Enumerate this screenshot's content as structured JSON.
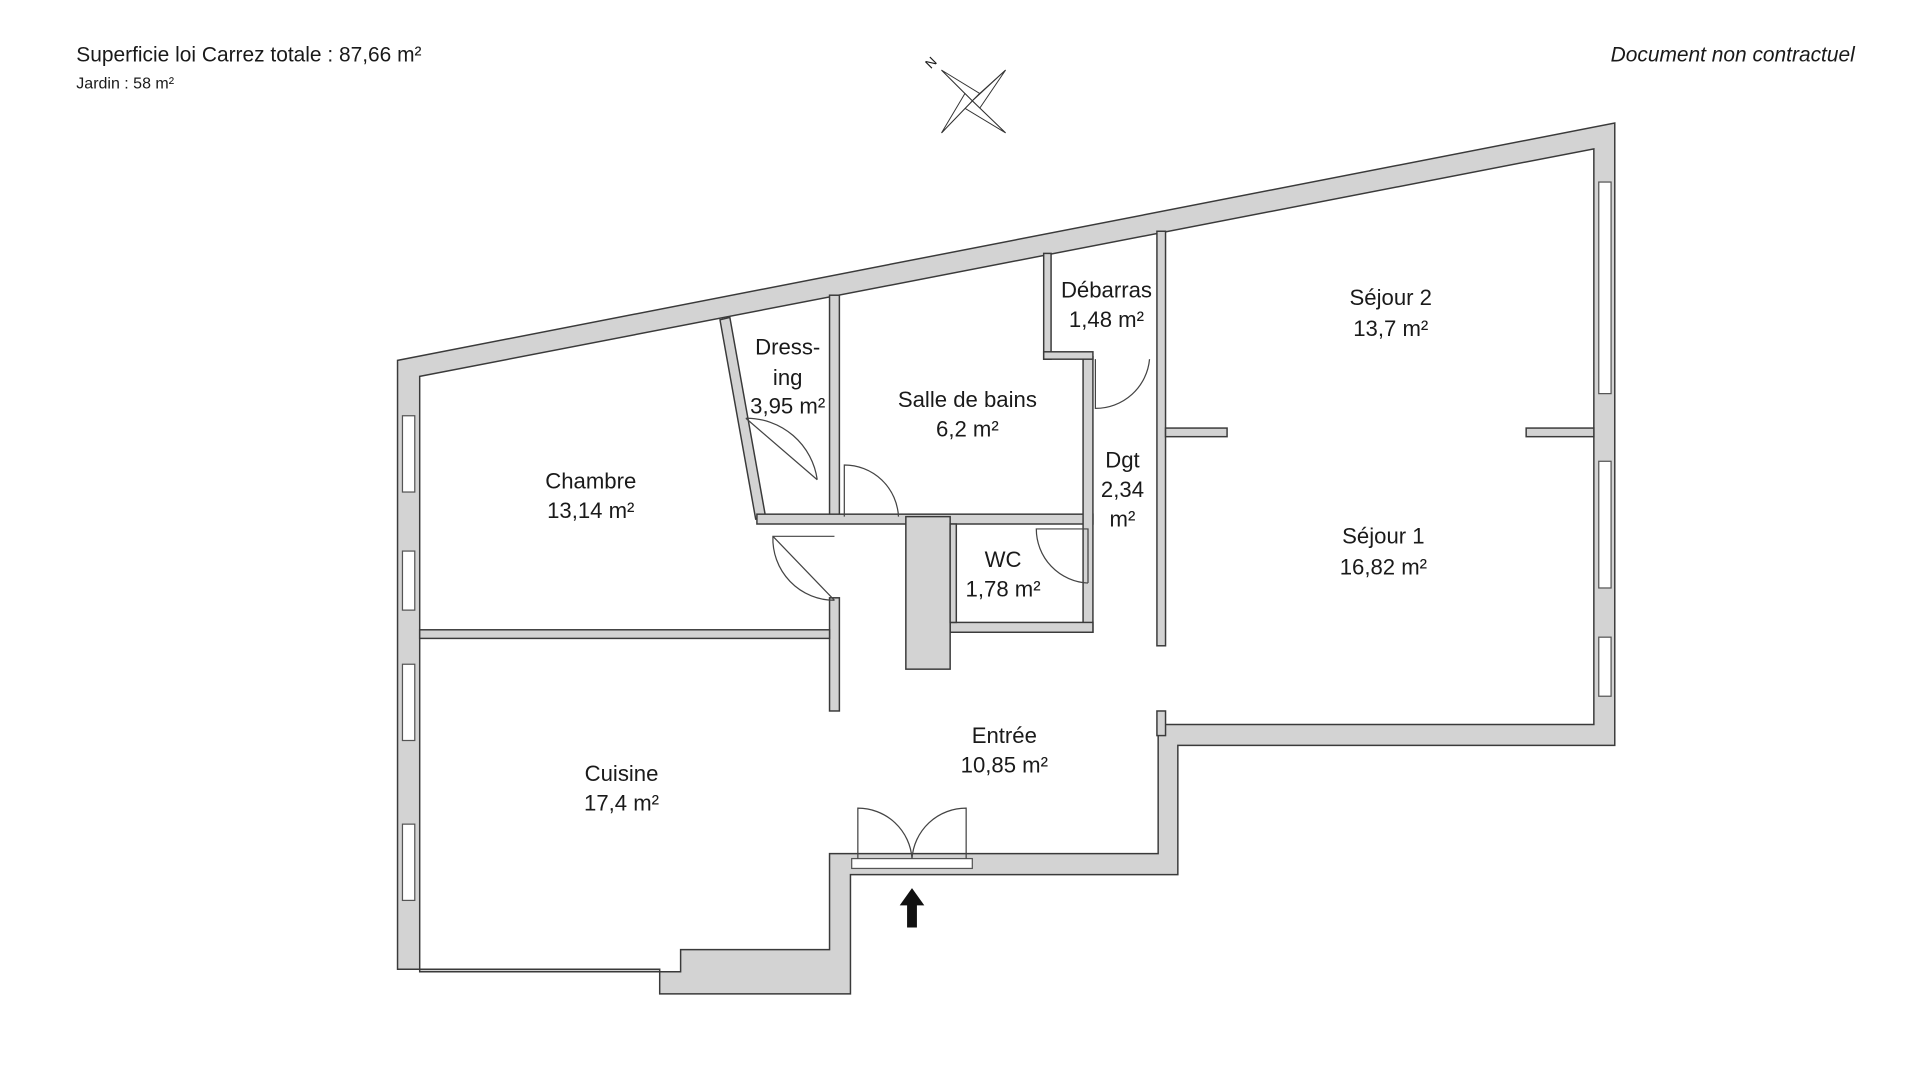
{
  "header": {
    "total_area": "Superficie loi Carrez totale :  87,66 m²",
    "garden": "Jardin :  58 m²",
    "disclaimer": "Document non contractuel",
    "compass_label": "N"
  },
  "rooms": [
    {
      "name": "Chambre",
      "area": "13,14 m²"
    },
    {
      "name": "Dress-",
      "name2": "ing",
      "area": "3,95 m²"
    },
    {
      "name": "Salle de bains",
      "area": "6,2 m²"
    },
    {
      "name": "Débarras",
      "area": "1,48 m²"
    },
    {
      "name": "Séjour 2",
      "area": "13,7 m²"
    },
    {
      "name": "Dgt",
      "area": "2,34",
      "area2": "m²"
    },
    {
      "name": "WC",
      "area": "1,78 m²"
    },
    {
      "name": "Séjour 1",
      "area": "16,82 m²"
    },
    {
      "name": "Entrée",
      "area": "10,85 m²"
    },
    {
      "name": "Cuisine",
      "area": "17,4 m²"
    }
  ],
  "colors": {
    "wall": "#d3d3d3",
    "outline": "#3a3a3a"
  }
}
